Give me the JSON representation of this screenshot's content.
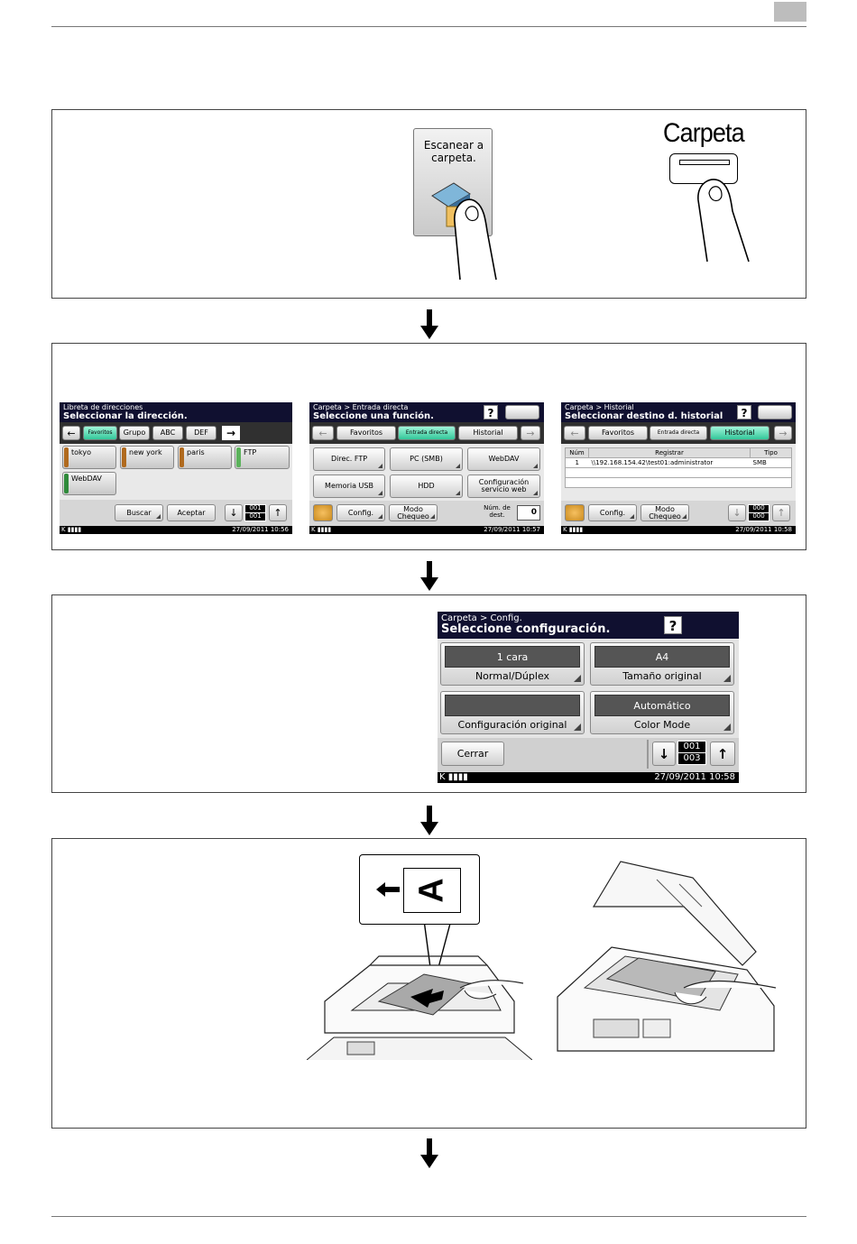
{
  "panel1": {
    "scan_button_label": "Escanear a carpeta.",
    "key_label": "Carpeta"
  },
  "screen_addr": {
    "title_small": "Libreta de direcciones",
    "title_big": "Seleccionar la dirección.",
    "tabs": [
      "Favoritos",
      "Grupo",
      "ABC",
      "DEF"
    ],
    "entries": [
      {
        "label": "tokyo",
        "color": "#b06a1e"
      },
      {
        "label": "new york",
        "color": "#b06a1e"
      },
      {
        "label": "paris",
        "color": "#b06a1e"
      },
      {
        "label": "FTP",
        "color": "#5bb25b"
      },
      {
        "label": "WebDAV",
        "color": "#2f8a3a"
      }
    ],
    "buscar": "Buscar",
    "aceptar": "Aceptar",
    "counter_top": "001",
    "counter_bottom": "001",
    "datetime": "27/09/2011  10:56"
  },
  "screen_direct": {
    "title_small": "Carpeta > Entrada directa",
    "title_big": "Seleccione una función.",
    "tabs": [
      "Favoritos",
      "Entrada directa",
      "Historial"
    ],
    "buttons": [
      "Direc. FTP",
      "PC (SMB)",
      "WebDAV",
      "Memoria USB",
      "HDD",
      "Configuración servicio web"
    ],
    "config": "Config.",
    "modo": "Modo Chequeo",
    "num_label": "Núm. de dest.",
    "num_value": "0",
    "datetime": "27/09/2011  10:57"
  },
  "screen_hist": {
    "title_small": "Carpeta > Historial",
    "title_big": "Seleccionar destino d. historial",
    "tabs": [
      "Favoritos",
      "Entrada directa",
      "Historial"
    ],
    "columns": [
      "Núm",
      "Registrar",
      "Tipo"
    ],
    "row": {
      "num": "1",
      "reg": "\\\\192.168.154.42\\test01:administrator",
      "tipo": "SMB"
    },
    "config": "Config.",
    "modo": "Modo Chequeo",
    "counter_top": "000",
    "counter_bottom": "000",
    "datetime": "27/09/2011  10:58"
  },
  "screen_cfg": {
    "title_small": "Carpeta > Config.",
    "title_big": "Seleccione configuración.",
    "items": [
      {
        "value": "1 cara",
        "label": "Normal/Dúplex"
      },
      {
        "value": "A4",
        "label": "Tamaño original"
      },
      {
        "value": "",
        "label": "Configuración original"
      },
      {
        "value": "Automático",
        "label": "Color Mode"
      }
    ],
    "cerrar": "Cerrar",
    "counter_top": "001",
    "counter_bottom": "003",
    "datetime": "27/09/2011  10:58"
  },
  "panel4": {
    "callout_letter": "A"
  }
}
